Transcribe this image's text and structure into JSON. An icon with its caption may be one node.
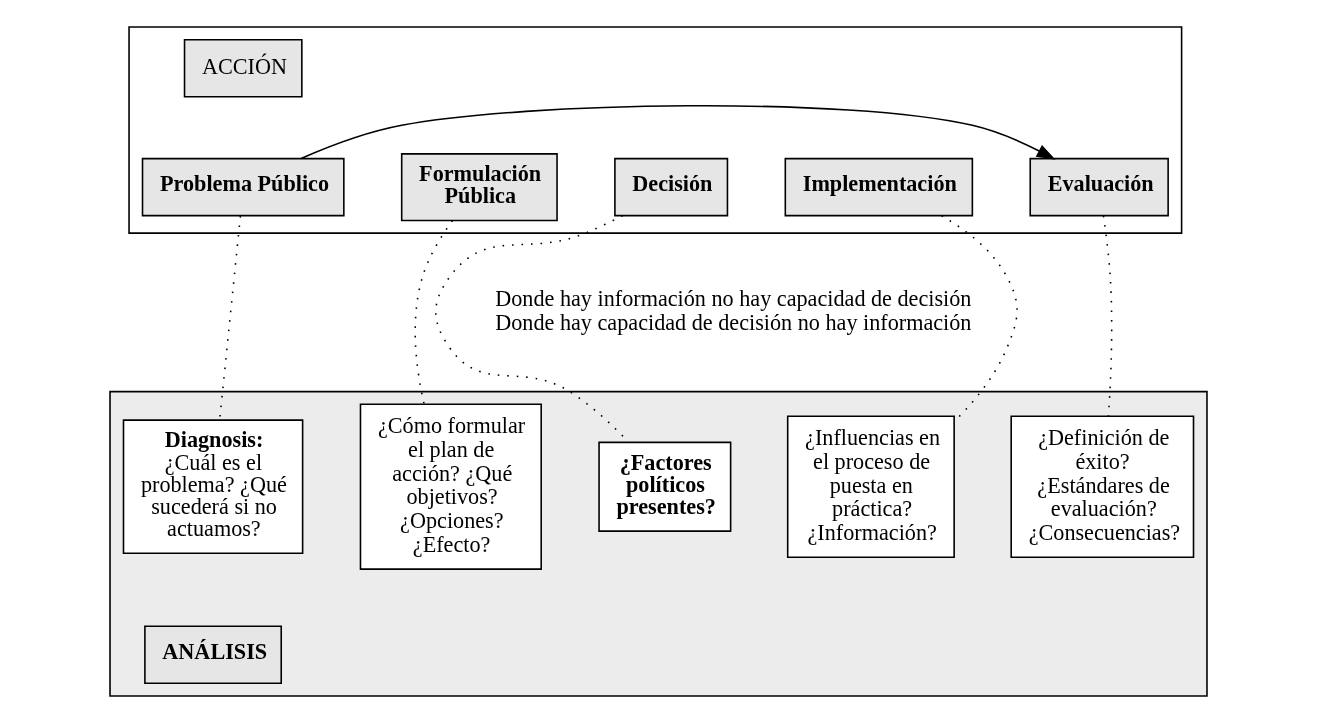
{
  "diagram": {
    "nodes": [
      {
        "text": [],
        "shape": "box"
      },
      {
        "text": [
          "ACCIÓN"
        ],
        "in": 0
      },
      {
        "text": [
          "Problema Público"
        ],
        "in": 0
      },
      {
        "text": [
          "Formulación Pública"
        ],
        "in": 0
      },
      {
        "text": [
          "Decisión"
        ],
        "in": 0
      },
      {
        "text": [
          "Implementación"
        ],
        "in": 0
      },
      {
        "text": [
          "Evaluación"
        ],
        "in": 0
      },
      {
        "text": [],
        "shape": "box"
      },
      {
        "text": [
          "Diagnosis:",
          "¿Cuál es el problema? ¿Qué sucederá si no actuamos?"
        ],
        "in": 7
      },
      {
        "text": [
          "¿Cómo formular el plan de acción? ¿Qué objetivos? ¿Opciones? ¿Efecto?"
        ],
        "in": 7
      },
      {
        "text": [
          "¿Factores políticos presentes?"
        ],
        "in": 7
      },
      {
        "text": [
          "¿Influencias en el proceso de puesta en práctica? ¿Información?"
        ],
        "in": 7
      },
      {
        "text": [
          "¿Definición de éxito? ¿Estándares de evaluación? ¿Consecuencias?"
        ],
        "in": 7
      },
      {
        "text": [
          "ANÁLISIS"
        ],
        "in": 7
      }
    ],
    "edges": [
      {
        "from": 2,
        "to": 6,
        "arrow": "to"
      },
      {
        "from": 2,
        "to": 8,
        "arrow": "none",
        "style": "dashed"
      },
      {
        "from": 3,
        "to": 9,
        "arrow": "none",
        "style": "dashed"
      },
      {
        "from": 4,
        "to": 10,
        "arrow": "none",
        "style": "dashed"
      },
      {
        "from": 5,
        "to": 11,
        "arrow": "none",
        "style": "dashed"
      },
      {
        "from": 6,
        "to": 12,
        "arrow": "none",
        "style": "dashed"
      }
    ],
    "labels": [
      "Donde hay información no hay capacidad de decisión",
      "Donde hay capacidad de decisión no hay información"
    ]
  }
}
